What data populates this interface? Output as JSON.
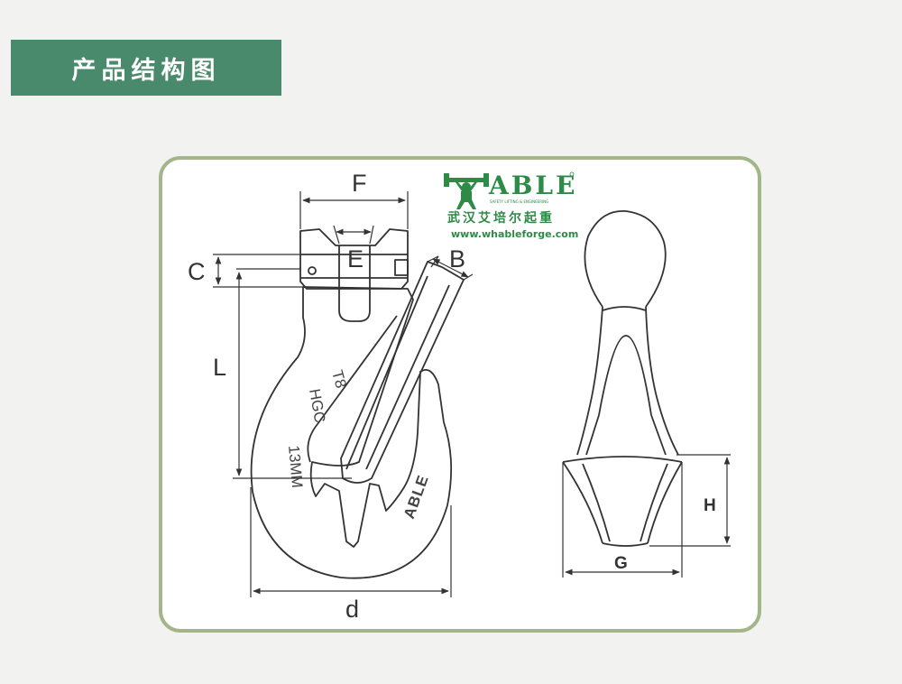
{
  "header": {
    "title": "产品结构图"
  },
  "diagram": {
    "labels": {
      "F": "F",
      "E": "E",
      "C": "C",
      "B": "B",
      "L": "L",
      "d": "d",
      "H": "H",
      "G": "G"
    },
    "engraving": {
      "line1": "T8",
      "line2": "HGC",
      "line3": "13MM",
      "brand": "ABLE"
    },
    "logo": {
      "brand": "ABLE",
      "tagline": "SAFETY LIFTING & ENGINEERING",
      "company_cn": "武汉艾培尔起重",
      "url": "www.whableforge.com"
    }
  },
  "colors": {
    "banner": "#4a8a6c",
    "frame_border": "#a3b589",
    "logo_green": "#2e8a47",
    "line": "#333333"
  }
}
